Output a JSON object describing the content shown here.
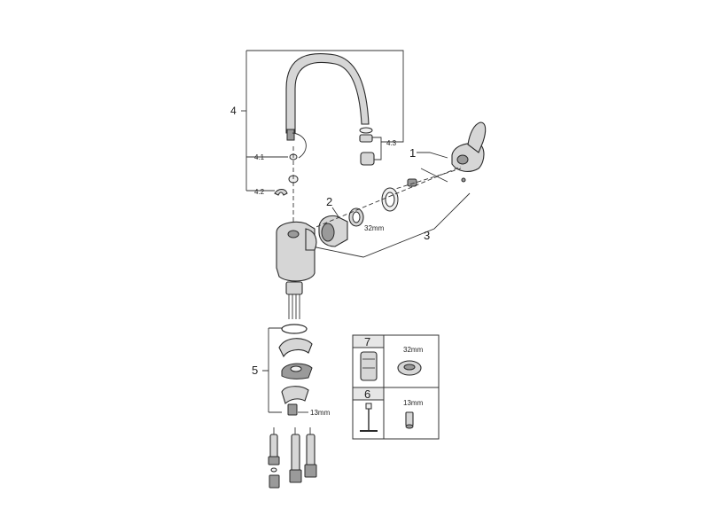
{
  "callouts": {
    "c1": "1",
    "c2": "2",
    "c3": "3",
    "c4": "4",
    "c4_1": "4.1",
    "c4_2": "4.2",
    "c4_3": "4.3",
    "c5": "5",
    "c6": "6",
    "c7": "7"
  },
  "dimensions": {
    "cartridge_nut": "32mm",
    "hose_fitting": "13mm",
    "box_cartridge": "32mm",
    "box_pin": "13mm"
  }
}
